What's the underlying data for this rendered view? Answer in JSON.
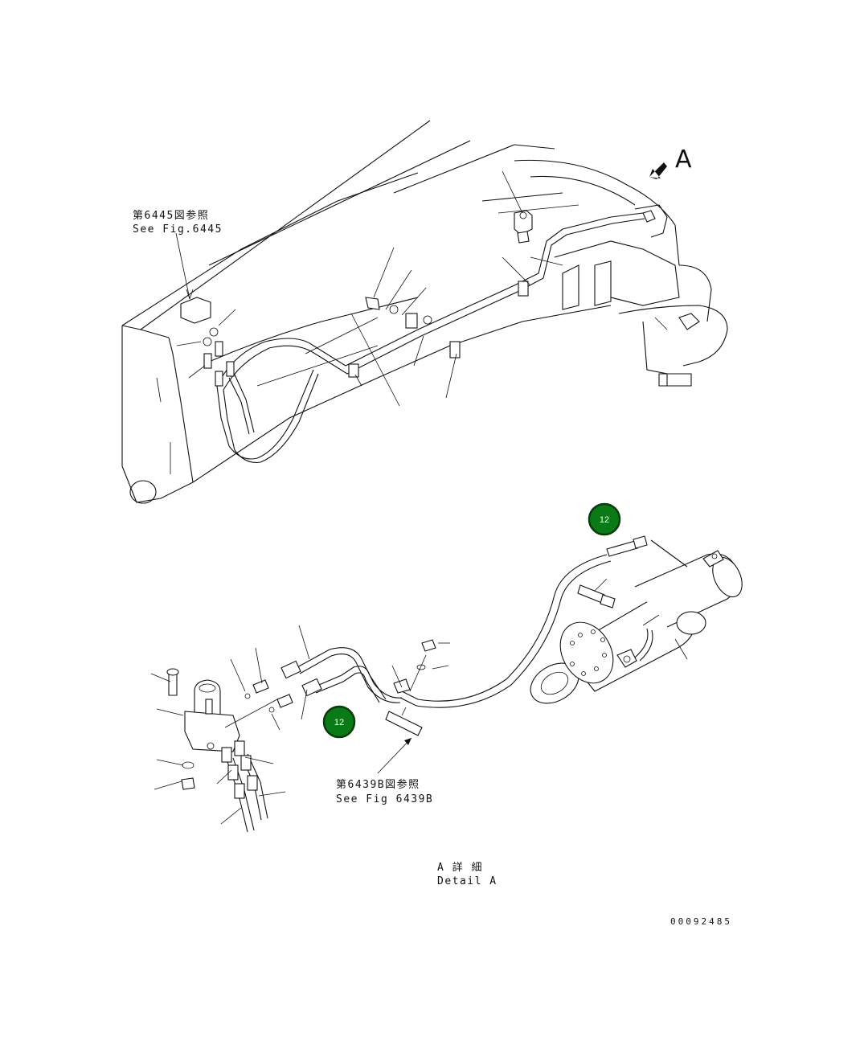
{
  "colors": {
    "line": "#111111",
    "callout_fill": "#0a7a16",
    "callout_ring": "#063d0b",
    "callout_text": "#ffffff",
    "background": "#ffffff"
  },
  "view_marker": {
    "letter": "A"
  },
  "refs": {
    "fig6445_jp": "第6445図参照",
    "fig6445_en": "See Fig.6445",
    "fig6439b_jp": "第6439B図参照",
    "fig6439b_en": "See Fig 6439B"
  },
  "detail": {
    "title_jp": "A 詳 細",
    "title_en": "Detail A"
  },
  "callouts": [
    {
      "id": "callout-upper",
      "label": "12"
    },
    {
      "id": "callout-lower",
      "label": "12"
    }
  ],
  "drawing_number": "00092485"
}
